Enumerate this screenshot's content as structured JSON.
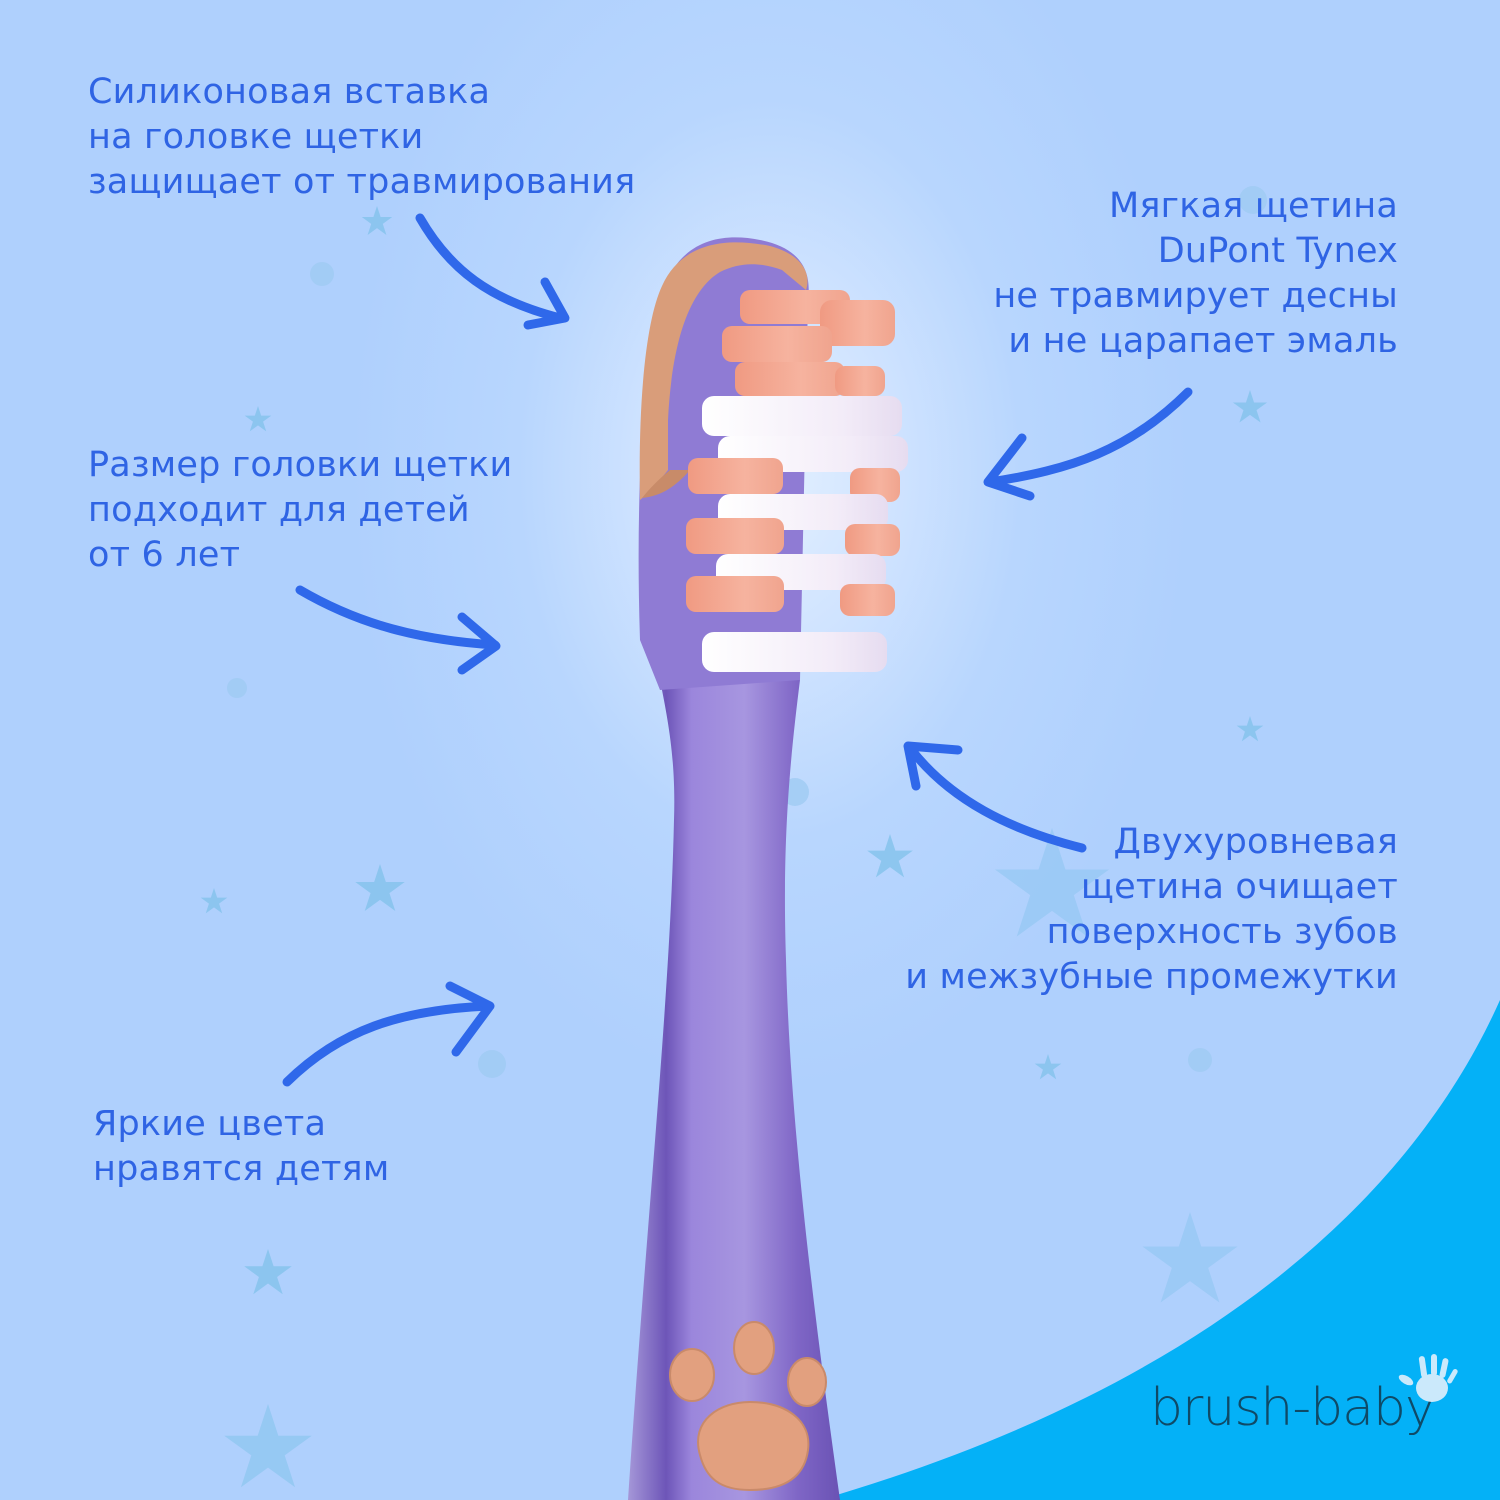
{
  "colors": {
    "background": "#afd0fd",
    "glow": "#e3f0ff",
    "text_accent": "#2f64e4",
    "arrow": "#2f68ea",
    "star": "#86c3ec",
    "corner_wave": "#04b1f7",
    "handle_purple": "#8a74cf",
    "handle_dark": "#6d55b8",
    "bristle_peach": "#f4ab96",
    "bristle_white": "#f7f1fb",
    "rubber_peach": "#d99d7a",
    "logo_text": "#0f4a67",
    "logo_hand": "#cbe9fb"
  },
  "callouts": [
    {
      "id": "silicone-insert",
      "lines": [
        "Силиконовая вставка",
        "на головке щетки",
        "защищает от травмирования"
      ]
    },
    {
      "id": "soft-bristles",
      "lines": [
        "Мягкая щетина",
        "DuPont Tynex",
        "не травмирует десны",
        "и не царапает эмаль"
      ]
    },
    {
      "id": "head-size",
      "lines": [
        "Размер головки щетки",
        "подходит для детей",
        "от 6 лет"
      ]
    },
    {
      "id": "two-level-bristles",
      "lines": [
        "Двухуровневая",
        "щетина очищает",
        "поверхность зубов",
        "и межзубные промежутки"
      ]
    },
    {
      "id": "bright-colors",
      "lines": [
        "Яркие цвета",
        "нравятся детям"
      ]
    }
  ],
  "brand": {
    "logo_text": "brush-baby",
    "logo_icon": "handprint-icon"
  }
}
